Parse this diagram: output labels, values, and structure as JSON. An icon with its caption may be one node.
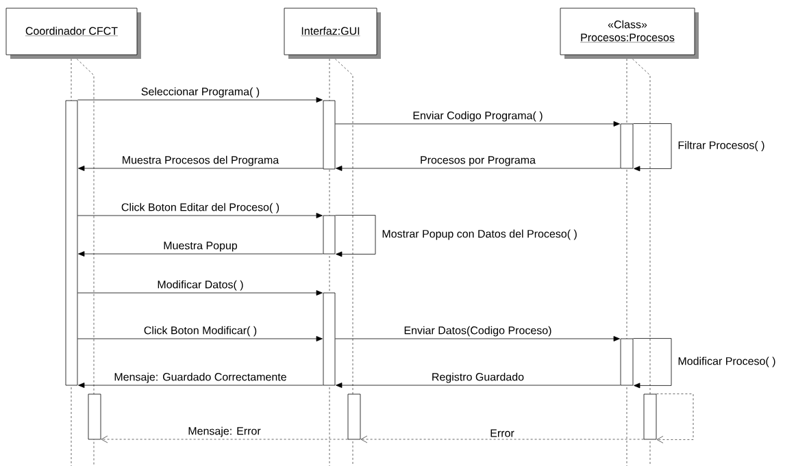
{
  "diagram": {
    "nodes": [
      {
        "text": [
          "Coordinador CFCT"
        ]
      },
      {
        "text": [
          "Interfaz:GUI"
        ]
      },
      {
        "text": [
          "«Class»",
          "Procesos:Procesos"
        ]
      },
      {
        "text": [],
        "shape": "bar"
      },
      {
        "text": [],
        "shape": "bar"
      },
      {
        "text": [],
        "shape": "bar"
      },
      {
        "text": [],
        "shape": "bar"
      },
      {
        "text": [],
        "shape": "bar"
      },
      {
        "text": [],
        "shape": "bar"
      },
      {
        "text": [],
        "shape": "bar"
      },
      {
        "text": [],
        "shape": "bar"
      },
      {
        "text": [],
        "shape": "bar"
      }
    ],
    "edges": [
      {
        "from": 3,
        "to": 4,
        "arrow": "to",
        "label": "Seleccionar Programa( )"
      },
      {
        "from": 4,
        "to": 5,
        "arrow": "to",
        "label": "Enviar Codigo Programa( )"
      },
      {
        "from": 5,
        "to": 5,
        "arrow": "to",
        "label": "Filtrar Procesos( )"
      },
      {
        "from": 5,
        "to": 4,
        "arrow": "to",
        "label": "Procesos por Programa"
      },
      {
        "from": 4,
        "to": 3,
        "arrow": "to",
        "label": "Muestra Procesos del Programa"
      },
      {
        "from": 3,
        "to": 6,
        "arrow": "to",
        "label": "Click Boton Editar del Proceso( )"
      },
      {
        "from": 6,
        "to": 6,
        "arrow": "to",
        "label": "Mostrar Popup con Datos del Proceso( )"
      },
      {
        "from": 6,
        "to": 3,
        "arrow": "to",
        "label": "Muestra Popup"
      },
      {
        "from": 3,
        "to": 7,
        "arrow": "to",
        "label": "Modificar Datos( )"
      },
      {
        "from": 3,
        "to": 7,
        "arrow": "to",
        "label": "Click Boton Modificar( )"
      },
      {
        "from": 7,
        "to": 8,
        "arrow": "to",
        "label": "Enviar Datos(Codigo Proceso)"
      },
      {
        "from": 8,
        "to": 8,
        "arrow": "to",
        "label": "Modificar Proceso( )"
      },
      {
        "from": 8,
        "to": 7,
        "arrow": "to",
        "label": "Registro Guardado"
      },
      {
        "from": 7,
        "to": 3,
        "arrow": "to",
        "label": "Mensaje: Guardado Correctamente"
      },
      {
        "from": 11,
        "to": 11,
        "arrow": "to",
        "style": "dashed"
      },
      {
        "from": 11,
        "to": 10,
        "arrow": "to",
        "style": "dashed",
        "label": "Error"
      },
      {
        "from": 10,
        "to": 9,
        "arrow": "to",
        "style": "dashed",
        "label": "Mensaje: Error"
      }
    ]
  }
}
